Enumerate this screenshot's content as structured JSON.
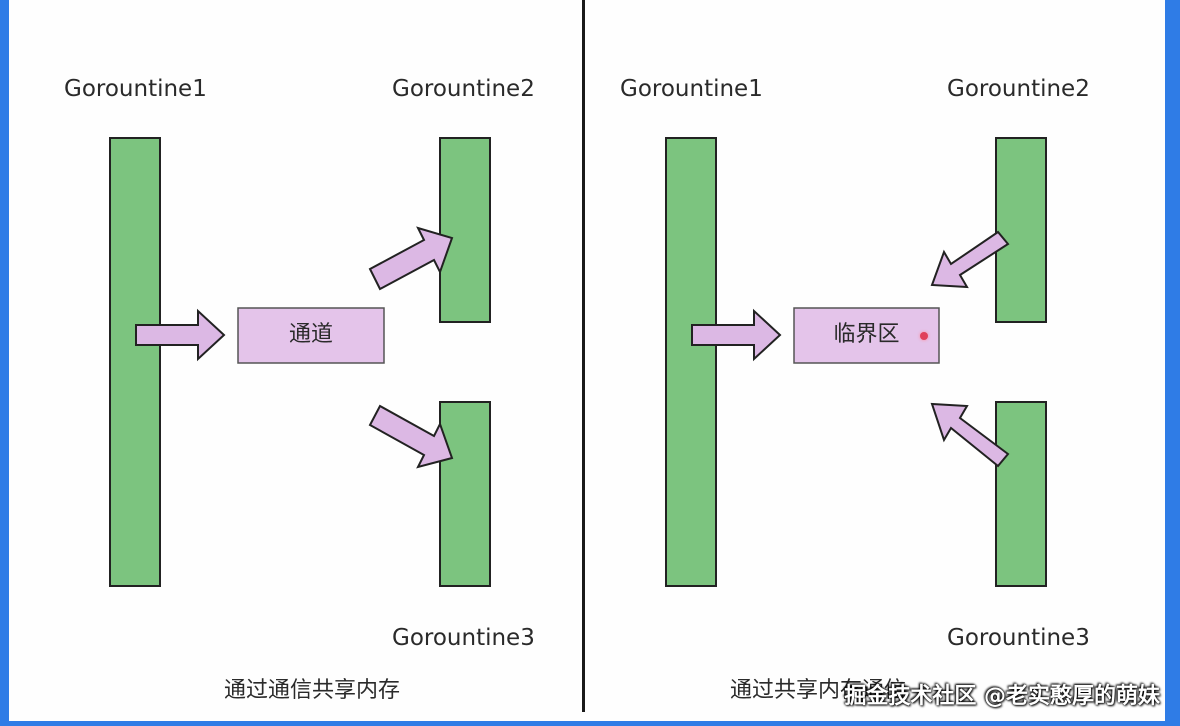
{
  "left_panel": {
    "goroutine1_label": "Gorountine1",
    "goroutine2_label": "Gorountine2",
    "goroutine3_label": "Gorountine3",
    "box_label": "通道",
    "caption": "通过通信共享内存"
  },
  "right_panel": {
    "goroutine1_label": "Gorountine1",
    "goroutine2_label": "Gorountine2",
    "goroutine3_label": "Gorountine3",
    "box_label": "临界区",
    "caption": "通过共享内存通信"
  },
  "watermark": "掘金技术社区 @老实憨厚的萌妹",
  "colors": {
    "bar_fill": "#7cc47f",
    "bar_stroke": "#222222",
    "box_fill": "#e4c4ea",
    "arrow_fill": "#dcb8e4",
    "border_accent": "#2f7ce6",
    "pointer_dot": "#e0405a"
  }
}
